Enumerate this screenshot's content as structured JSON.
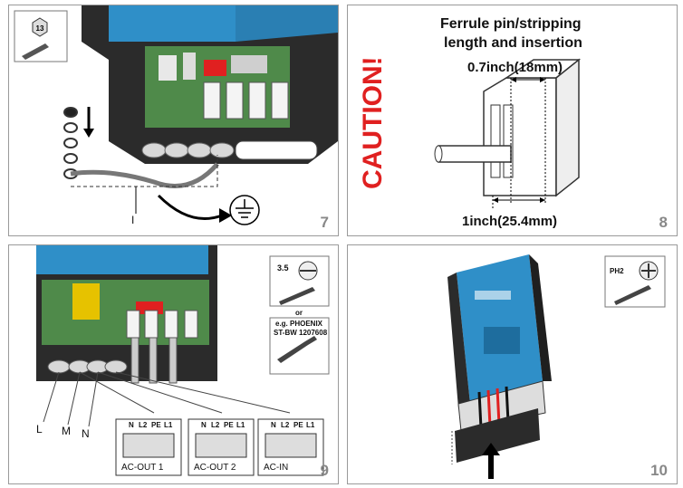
{
  "panels": [
    {
      "number": "7",
      "tool_size": "13",
      "wire_label": "I"
    },
    {
      "number": "8",
      "title_line1": "Ferrule pin/stripping",
      "title_line2": "length and insertion",
      "strip_length": "0.7inch(18mm)",
      "insert_length": "1inch(25.4mm)",
      "caution": "CAUTION!"
    },
    {
      "number": "9",
      "tool_size": "3.5",
      "or_text": "or",
      "tool_alt_line1": "e.g. PHOENIX",
      "tool_alt_line2": "ST-BW 1207608",
      "wire_labels": [
        "L",
        "M",
        "N"
      ],
      "terminal_pins": [
        "N",
        "L2",
        "PE",
        "L1"
      ],
      "connectors": [
        "AC-OUT 1",
        "AC-OUT 2",
        "AC-IN"
      ]
    },
    {
      "number": "10",
      "tool_size": "PH2"
    }
  ],
  "colors": {
    "inverter_blue": "#2f8fc8",
    "inverter_dark": "#2b2b2b",
    "relay_red": "#e02020",
    "caution_red": "#e02020",
    "border": "#9a9a9a",
    "pcb_green": "#4f8a4a"
  }
}
